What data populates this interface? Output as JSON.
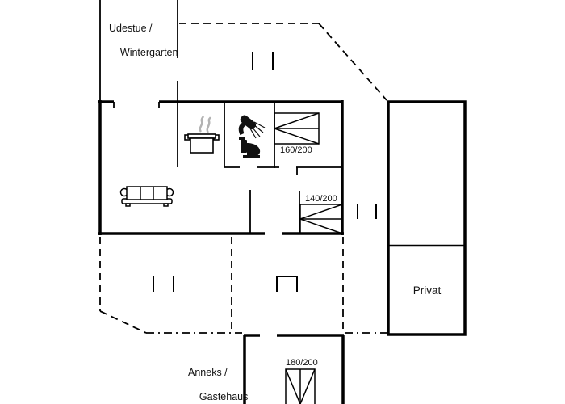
{
  "plan": {
    "title": "Holiday house floor plan",
    "rooms": {
      "udestue": {
        "line1": "Udestue /",
        "line2": "Wintergarten"
      },
      "privat": {
        "label": "Privat"
      },
      "anneks": {
        "line1": "Anneks /",
        "line2": "Gästehaus"
      }
    },
    "beds": {
      "double160": "160/200",
      "double140": "140/200",
      "double180": "180/200"
    },
    "icons": [
      "sofa-icon",
      "cooking-pot-icon",
      "shower-icon",
      "toilet-icon",
      "window-marker",
      "terrace-step-icon"
    ],
    "colors": {
      "line": "#000000",
      "steam": "#b3b3b3",
      "background": "#ffffff"
    }
  }
}
